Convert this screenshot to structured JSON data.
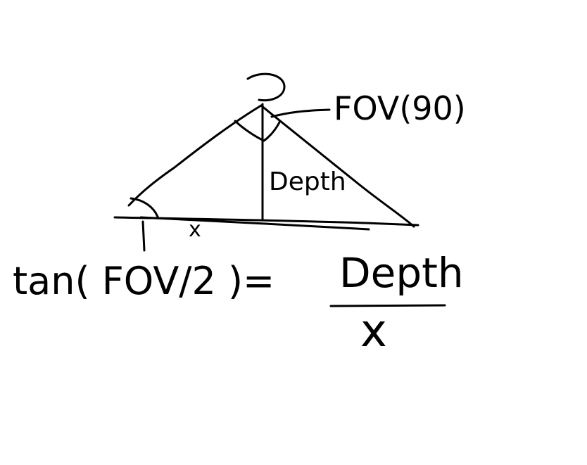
{
  "labels": {
    "fov_label": "FOV(90)",
    "depth_label": "Depth",
    "x_label": "x"
  },
  "equation": {
    "lhs": "tan( FOV/2 )=",
    "numerator": "Depth",
    "denominator": "x"
  },
  "colors": {
    "ink": "#000000",
    "background": "#ffffff"
  }
}
